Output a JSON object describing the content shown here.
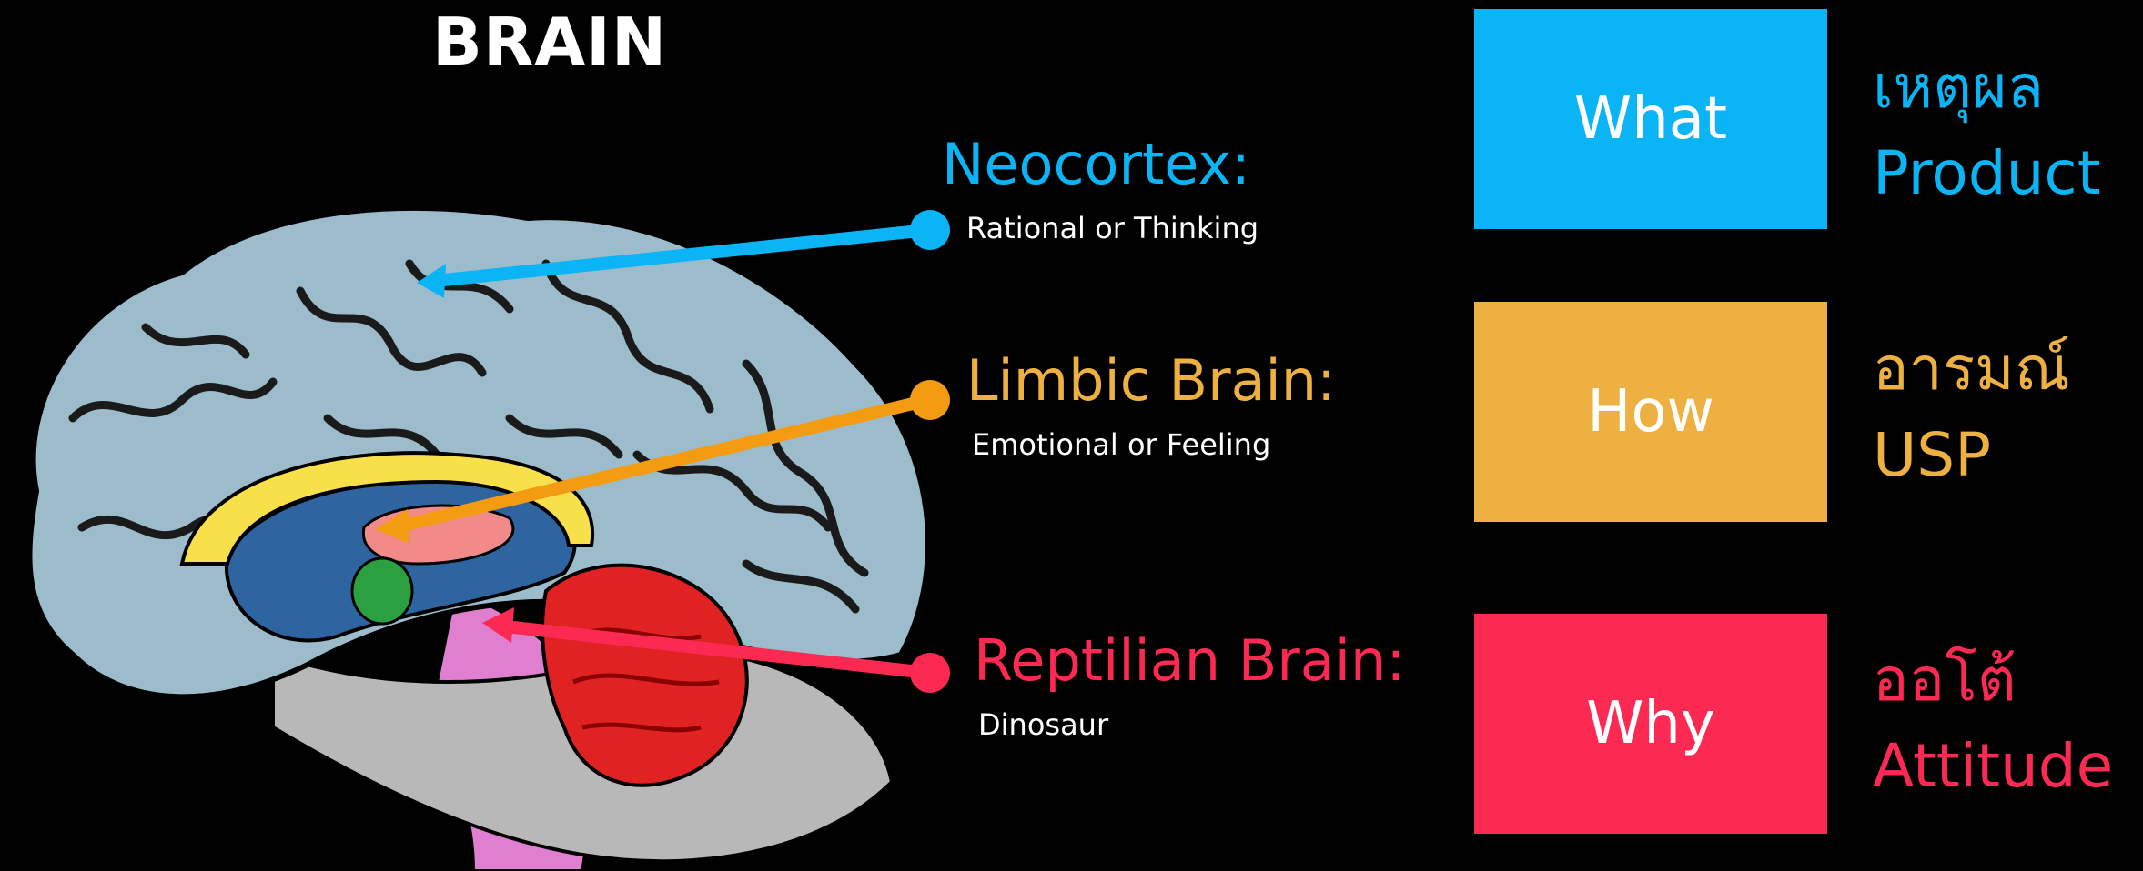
{
  "title": "BRAIN",
  "colors": {
    "blue": "#0ab4f5",
    "orange": "#eeb040",
    "red": "#fc2a52",
    "background": "#000000"
  },
  "layers": [
    {
      "name": "Neocortex:",
      "desc": "Rational or Thinking",
      "color": "#0ab4f5"
    },
    {
      "name": "Limbic Brain:",
      "desc": "Emotional or Feeling",
      "color": "#eeb040"
    },
    {
      "name": "Reptilian Brain:",
      "desc": "Dinosaur",
      "color": "#fc2a52"
    }
  ],
  "boxes": [
    {
      "label": "What",
      "thai": "เหตุผล",
      "english": "Product",
      "color": "#0ab4f5"
    },
    {
      "label": "How",
      "thai": "อารมณ์",
      "english": "USP",
      "color": "#eeb040"
    },
    {
      "label": "Why",
      "thai": "ออโต้",
      "english": "Attitude",
      "color": "#fc2a52"
    }
  ]
}
